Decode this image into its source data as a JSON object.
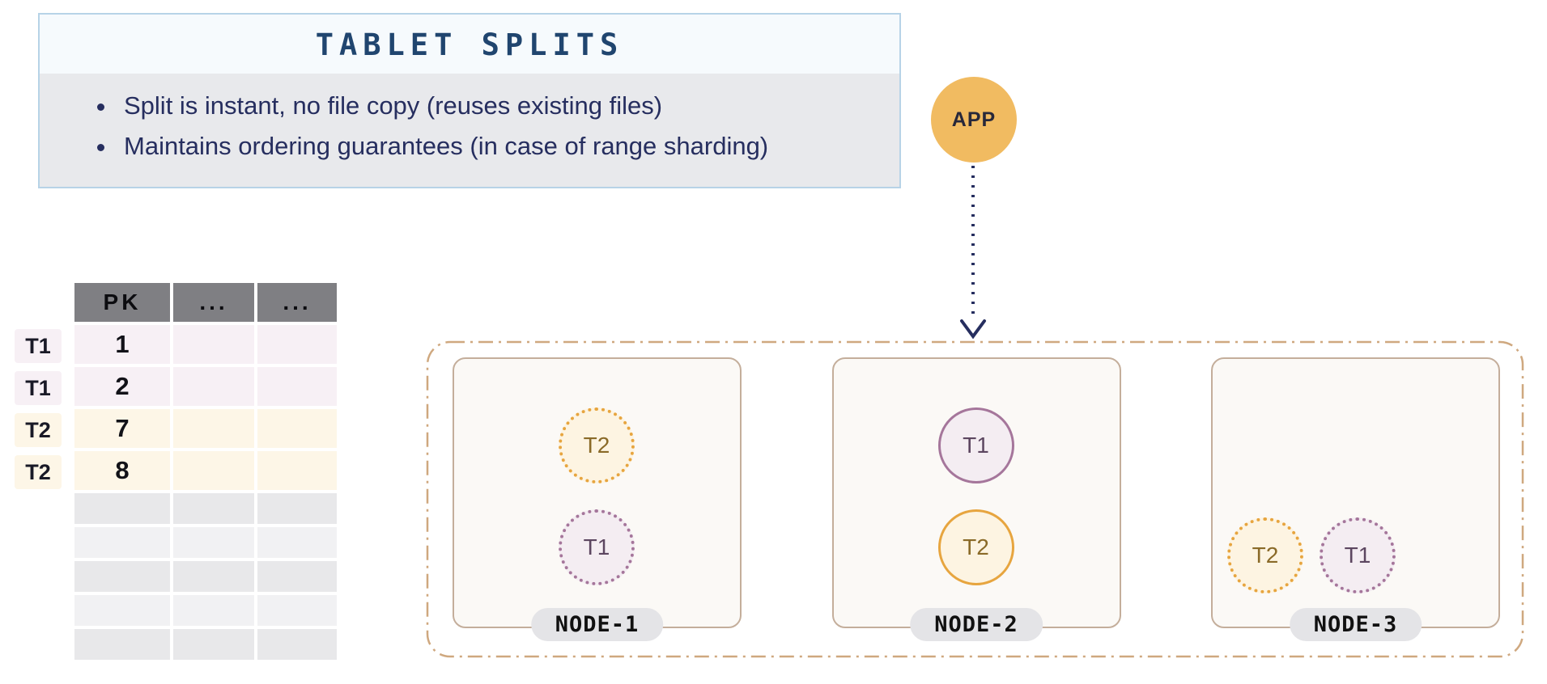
{
  "info_box": {
    "title": "TABLET SPLITS",
    "bullets": [
      "Split is instant, no file copy (reuses existing files)",
      "Maintains ordering guarantees (in case of range sharding)"
    ]
  },
  "app_label": "APP",
  "table": {
    "headers": [
      "PK",
      "...",
      "..."
    ],
    "rows": [
      {
        "label": "T1",
        "pk": "1",
        "tablet": "t1"
      },
      {
        "label": "T1",
        "pk": "2",
        "tablet": "t1"
      },
      {
        "label": "T2",
        "pk": "7",
        "tablet": "t2"
      },
      {
        "label": "T2",
        "pk": "8",
        "tablet": "t2"
      }
    ],
    "empty_rows": 5
  },
  "cluster": {
    "nodes": [
      {
        "name": "NODE-1",
        "layout": "stacked",
        "tablets": [
          {
            "label": "T2",
            "variant": "t2",
            "style": "dotted"
          },
          {
            "label": "T1",
            "variant": "t1",
            "style": "dotted"
          }
        ]
      },
      {
        "name": "NODE-2",
        "layout": "stacked",
        "tablets": [
          {
            "label": "T1",
            "variant": "t1",
            "style": "solid"
          },
          {
            "label": "T2",
            "variant": "t2",
            "style": "solid"
          }
        ]
      },
      {
        "name": "NODE-3",
        "layout": "bottom-row",
        "tablets": [
          {
            "label": "T2",
            "variant": "t2",
            "style": "dotted"
          },
          {
            "label": "T1",
            "variant": "t1",
            "style": "dotted"
          }
        ]
      }
    ]
  },
  "colors": {
    "accent_navy": "#262e5f",
    "title_blue": "#20456f",
    "info_border": "#b7d3e7",
    "app_orange": "#f1bb61",
    "t1_fill": "#f7f0f5",
    "t2_fill": "#fdf6e7",
    "t1_purple": "#a5769b",
    "t2_orange": "#e7a53f",
    "node_border": "#c4ae9b",
    "cluster_border": "#cfa87f",
    "table_header_gray": "#7f7f83"
  }
}
